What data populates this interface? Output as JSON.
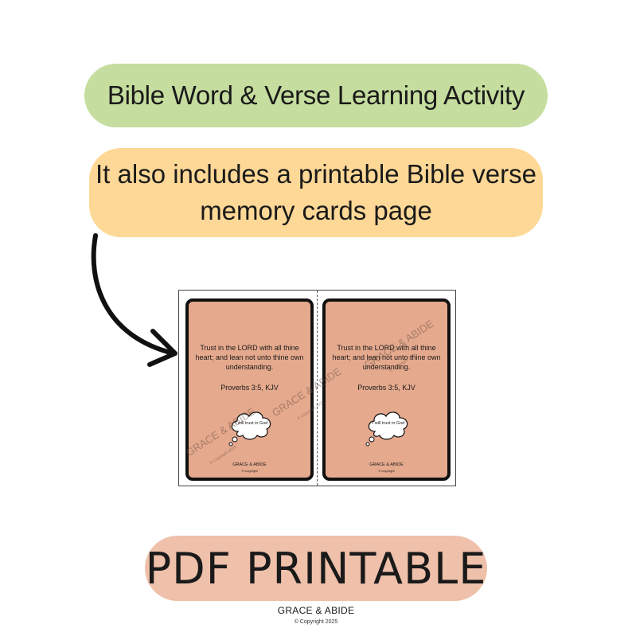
{
  "banner_title": "Bible Word & Verse Learning Activity",
  "banner_info": "It also includes a printable Bible verse memory cards page",
  "banner_pdf": "PDF PRINTABLE",
  "cards": [
    {
      "verse": "Trust in the LORD with all thine heart; and lean not unto thine own understanding.",
      "reference": "Proverbs 3:5, KJV",
      "cloud_text": "I will trust in God",
      "brand": "GRACE & ABIDE",
      "copyright": "© copyright"
    },
    {
      "verse": "Trust in the LORD with all thine heart; and lean not unto thine own understanding.",
      "reference": "Proverbs 3:5, KJV",
      "cloud_text": "I will trust in God",
      "brand": "GRACE & ABIDE",
      "copyright": "© copyright"
    }
  ],
  "watermark": {
    "text": "GRACE & ABIDE",
    "copyright": "© Copyright 2025"
  },
  "footer": {
    "brand": "GRACE & ABIDE",
    "copyright": "© Copyright 2025"
  },
  "colors": {
    "title_pill": "#c5dd9e",
    "info_pill": "#fed896",
    "pdf_pill": "#efc0aa",
    "card_fill": "#e5a98d"
  },
  "icons": [
    "hand-drawn-arrow-icon",
    "thought-cloud-icon"
  ]
}
